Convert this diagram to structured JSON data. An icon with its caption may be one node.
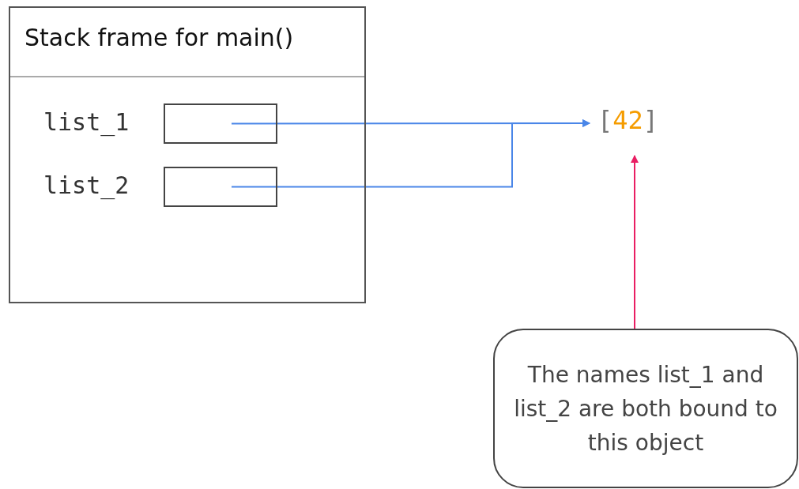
{
  "diagram": {
    "nodes": [
      {
        "text": [
          "Stack frame for main()"
        ]
      },
      {
        "text": [],
        "shape": "box",
        "in": 0,
        "beside": [
          "list_1"
        ]
      },
      {
        "text": [],
        "shape": "box",
        "in": 0,
        "beside": [
          "list_2"
        ]
      },
      {
        "text": [
          "[42]"
        ]
      },
      {
        "text": [
          "The names list_1 and list_2 are both bound to this object"
        ]
      }
    ],
    "edges": [
      {
        "from": 1,
        "to": 3,
        "arrow": "to"
      },
      {
        "from": 2,
        "to": 3,
        "arrow": "to"
      },
      {
        "from": 4,
        "to": 3,
        "arrow": "to",
        "color": "#e91e63"
      }
    ]
  }
}
